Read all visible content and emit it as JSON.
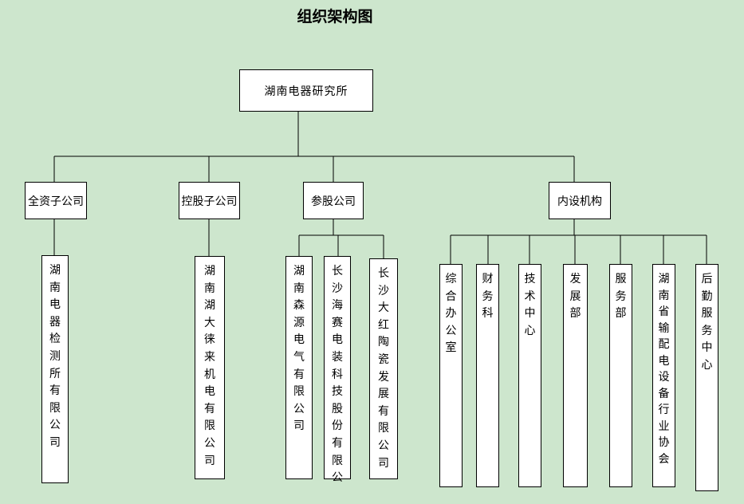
{
  "title": "组织架构图",
  "root": "湖南电器研究所",
  "groups": {
    "wholly_owned": "全资子公司",
    "holding": "控股子公司",
    "equity": "参股公司",
    "internal": "内设机构"
  },
  "subsidiaries": {
    "wholly_owned": [
      "湖南电器检测所有限公司"
    ],
    "holding": [
      "湖南湖大徕来机电有限公司"
    ],
    "equity": [
      "湖南森源电气有限公司",
      "长沙海赛电装科技股份有限公",
      "长沙大红陶瓷发展有限公司"
    ],
    "internal": [
      "综合办公室",
      "财务科",
      "技术中心",
      "发展部",
      "服务部",
      "湖南省输配电设备行业协会",
      "后勤服务中心"
    ]
  }
}
